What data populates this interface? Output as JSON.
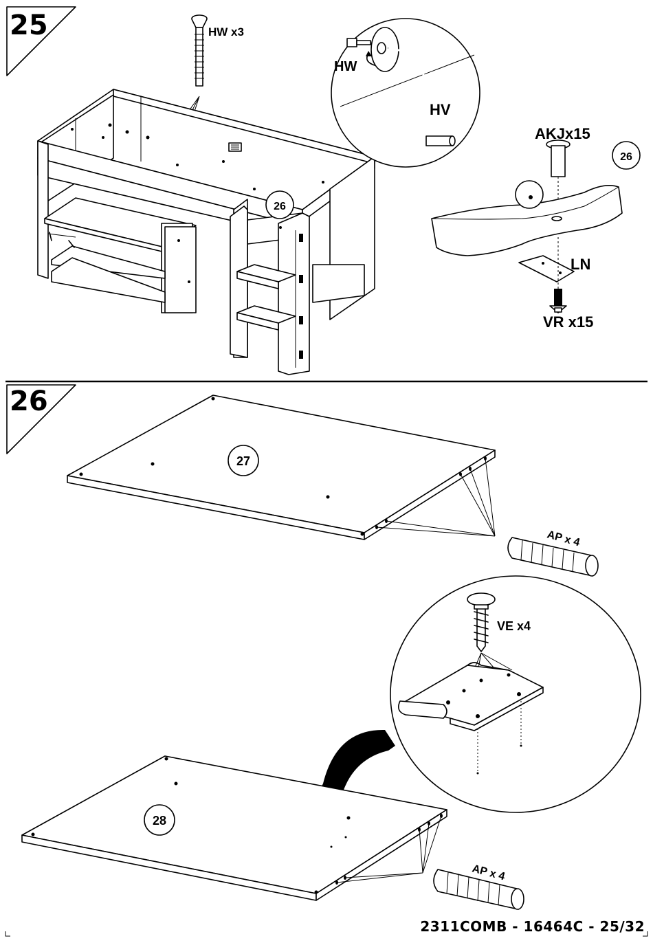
{
  "steps": [
    {
      "number": "25",
      "hardware_labels": {
        "hw_qty": "HW x3",
        "hw_detail": "HW",
        "hv_detail": "HV",
        "akj_qty": "AKJx15",
        "ln": "LN",
        "vr_qty": "VR x15"
      },
      "part_callouts": [
        "26",
        "26"
      ]
    },
    {
      "number": "26",
      "hardware_labels": {
        "ap_qty_top": "AP x 4",
        "ve_qty": "VE  x4",
        "ap_qty_bottom": "AP x 4"
      },
      "part_callouts": [
        "27",
        "28"
      ]
    }
  ],
  "footer": {
    "doc_ref": "2311COMB  -  16464C  -  25/32"
  }
}
